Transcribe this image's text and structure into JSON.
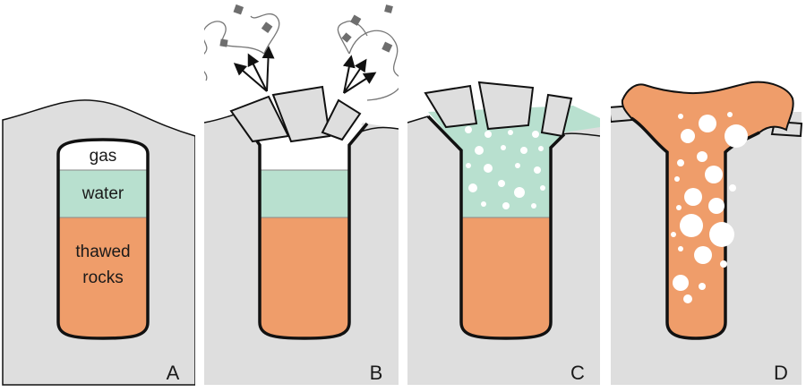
{
  "colors": {
    "ground": "#dedede",
    "gas": "#ffffff",
    "water": "#b8e0cf",
    "rock": "#ef9d6a",
    "outline": "#111111",
    "debris": "#6e6e6e",
    "background": "#ffffff"
  },
  "panels": [
    {
      "letter": "A"
    },
    {
      "letter": "B"
    },
    {
      "letter": "C"
    },
    {
      "letter": "D"
    }
  ],
  "layer_labels": {
    "gas": "gas",
    "water": "water",
    "rocks_line1": "thawed",
    "rocks_line2": "rocks"
  }
}
